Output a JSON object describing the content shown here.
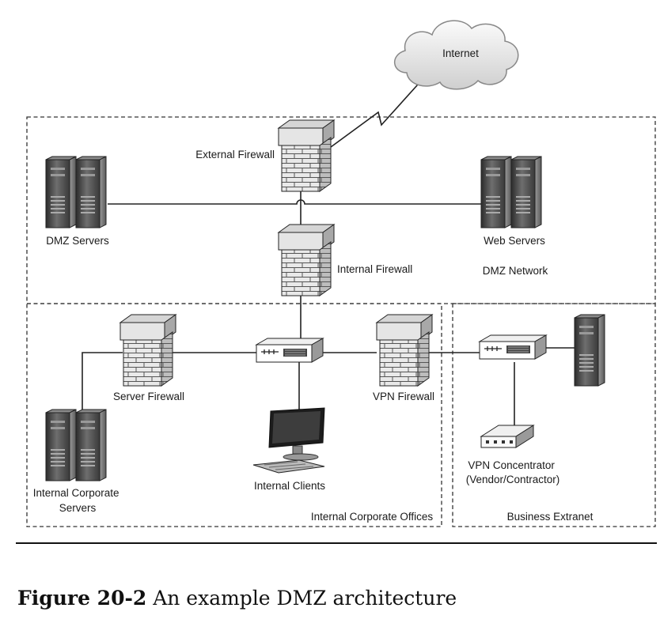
{
  "internet_label": "Internet",
  "zones": {
    "dmz": "DMZ Network",
    "internal": "Internal Corporate Offices",
    "extranet": "Business Extranet"
  },
  "devices": {
    "external_firewall": "External Firewall",
    "internal_firewall": "Internal Firewall",
    "dmz_servers": "DMZ Servers",
    "web_servers": "Web Servers",
    "server_firewall": "Server Firewall",
    "vpn_firewall": "VPN Firewall",
    "internal_corporate_servers": [
      "Internal Corporate",
      "Servers"
    ],
    "internal_clients": "Internal Clients",
    "vpn_concentrator": [
      "VPN Concentrator",
      "(Vendor/Contractor)"
    ]
  },
  "caption": {
    "number": "Figure 20-2",
    "text": "An example DMZ architecture"
  }
}
